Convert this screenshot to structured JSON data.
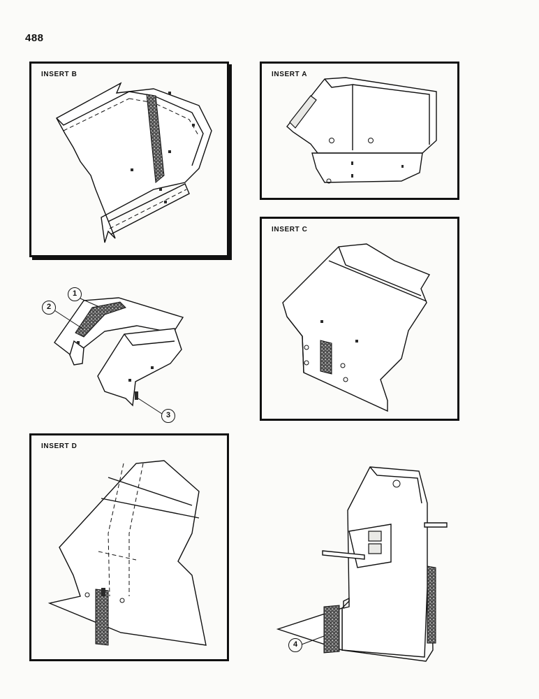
{
  "page": {
    "number": "488"
  },
  "inserts": {
    "b": {
      "label": "INSERT B"
    },
    "a": {
      "label": "INSERT A"
    },
    "c": {
      "label": "INSERT C"
    },
    "d": {
      "label": "INSERT D"
    }
  },
  "callouts": {
    "c1": "1",
    "c2": "2",
    "c3": "3",
    "c4": "4"
  }
}
